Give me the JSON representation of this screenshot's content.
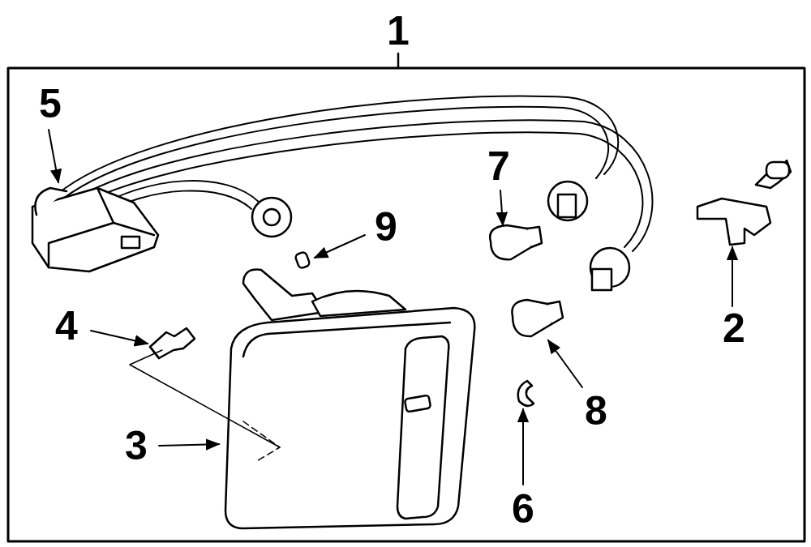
{
  "diagram": {
    "labels": [
      "1",
      "5",
      "7",
      "9",
      "4",
      "2",
      "8",
      "3",
      "6"
    ]
  }
}
